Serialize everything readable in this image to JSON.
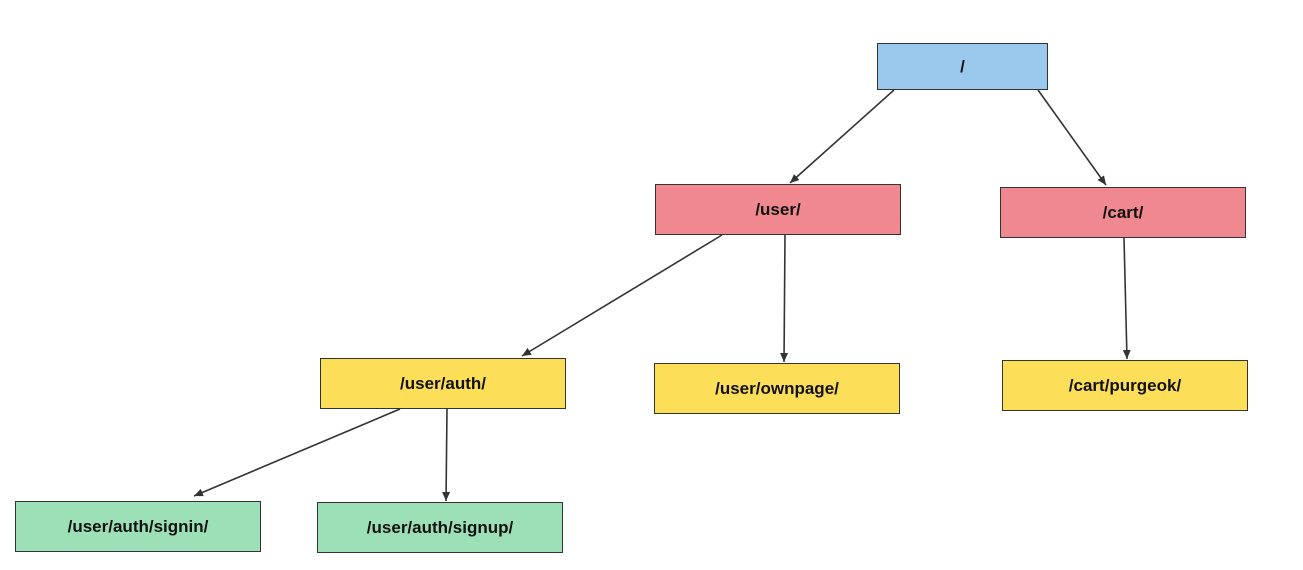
{
  "colors": {
    "root": "#9bc9ee",
    "level1": "#f08890",
    "level2": "#fcde58",
    "level3": "#9de0b8",
    "edge": "#333333"
  },
  "nodes": {
    "root": {
      "label": "/",
      "level": "root"
    },
    "user": {
      "label": "/user/",
      "level": "level1"
    },
    "cart": {
      "label": "/cart/",
      "level": "level1"
    },
    "user_auth": {
      "label": "/user/auth/",
      "level": "level2"
    },
    "user_ownpage": {
      "label": "/user/ownpage/",
      "level": "level2"
    },
    "cart_purgeok": {
      "label": "/cart/purgeok/",
      "level": "level2"
    },
    "user_auth_signin": {
      "label": "/user/auth/signin/",
      "level": "level3"
    },
    "user_auth_signup": {
      "label": "/user/auth/signup/",
      "level": "level3"
    }
  },
  "edges": [
    {
      "from": "root",
      "to": "user"
    },
    {
      "from": "root",
      "to": "cart"
    },
    {
      "from": "user",
      "to": "user_auth"
    },
    {
      "from": "user",
      "to": "user_ownpage"
    },
    {
      "from": "cart",
      "to": "cart_purgeok"
    },
    {
      "from": "user_auth",
      "to": "user_auth_signin"
    },
    {
      "from": "user_auth",
      "to": "user_auth_signup"
    }
  ]
}
